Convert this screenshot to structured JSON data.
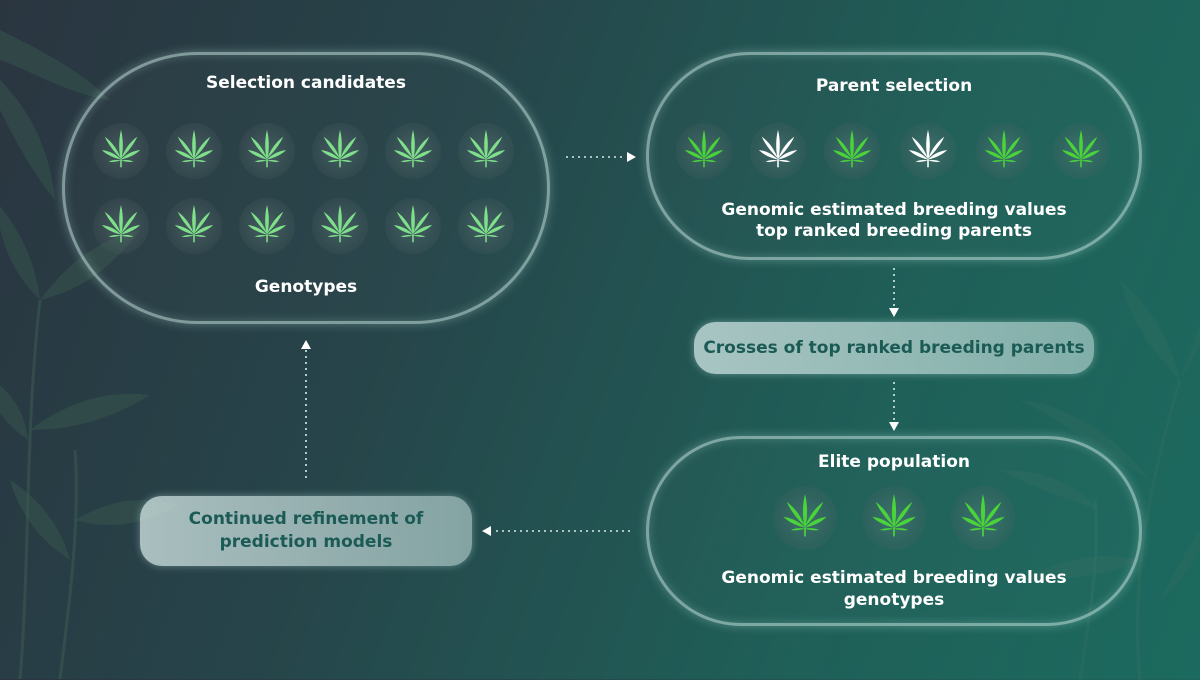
{
  "selection": {
    "title": "Selection candidates",
    "footer": "Genotypes",
    "leaves": [
      "green",
      "green",
      "green",
      "green",
      "green",
      "green",
      "green",
      "green",
      "green",
      "green",
      "green",
      "green"
    ]
  },
  "parent": {
    "title": "Parent selection",
    "line1": "Genomic estimated breeding values",
    "line2": "top ranked breeding parents",
    "leaves": [
      "green",
      "white",
      "green",
      "white",
      "green",
      "green"
    ]
  },
  "crosses": {
    "label": "Crosses of top ranked breeding parents"
  },
  "elite": {
    "title": "Elite population",
    "line1": "Genomic estimated breeding values",
    "line2": "genotypes",
    "leaves": [
      "green",
      "green",
      "green"
    ]
  },
  "refinement": {
    "line1": "Continued refinement of",
    "line2": "prediction models"
  },
  "colors": {
    "leaf_green": "#7fe08a",
    "leaf_bright": "#49d43a",
    "leaf_white": "#ffffff"
  },
  "icons": {
    "leaf": "cannabis-leaf-icon",
    "arrow": "dotted-arrow-icon"
  }
}
